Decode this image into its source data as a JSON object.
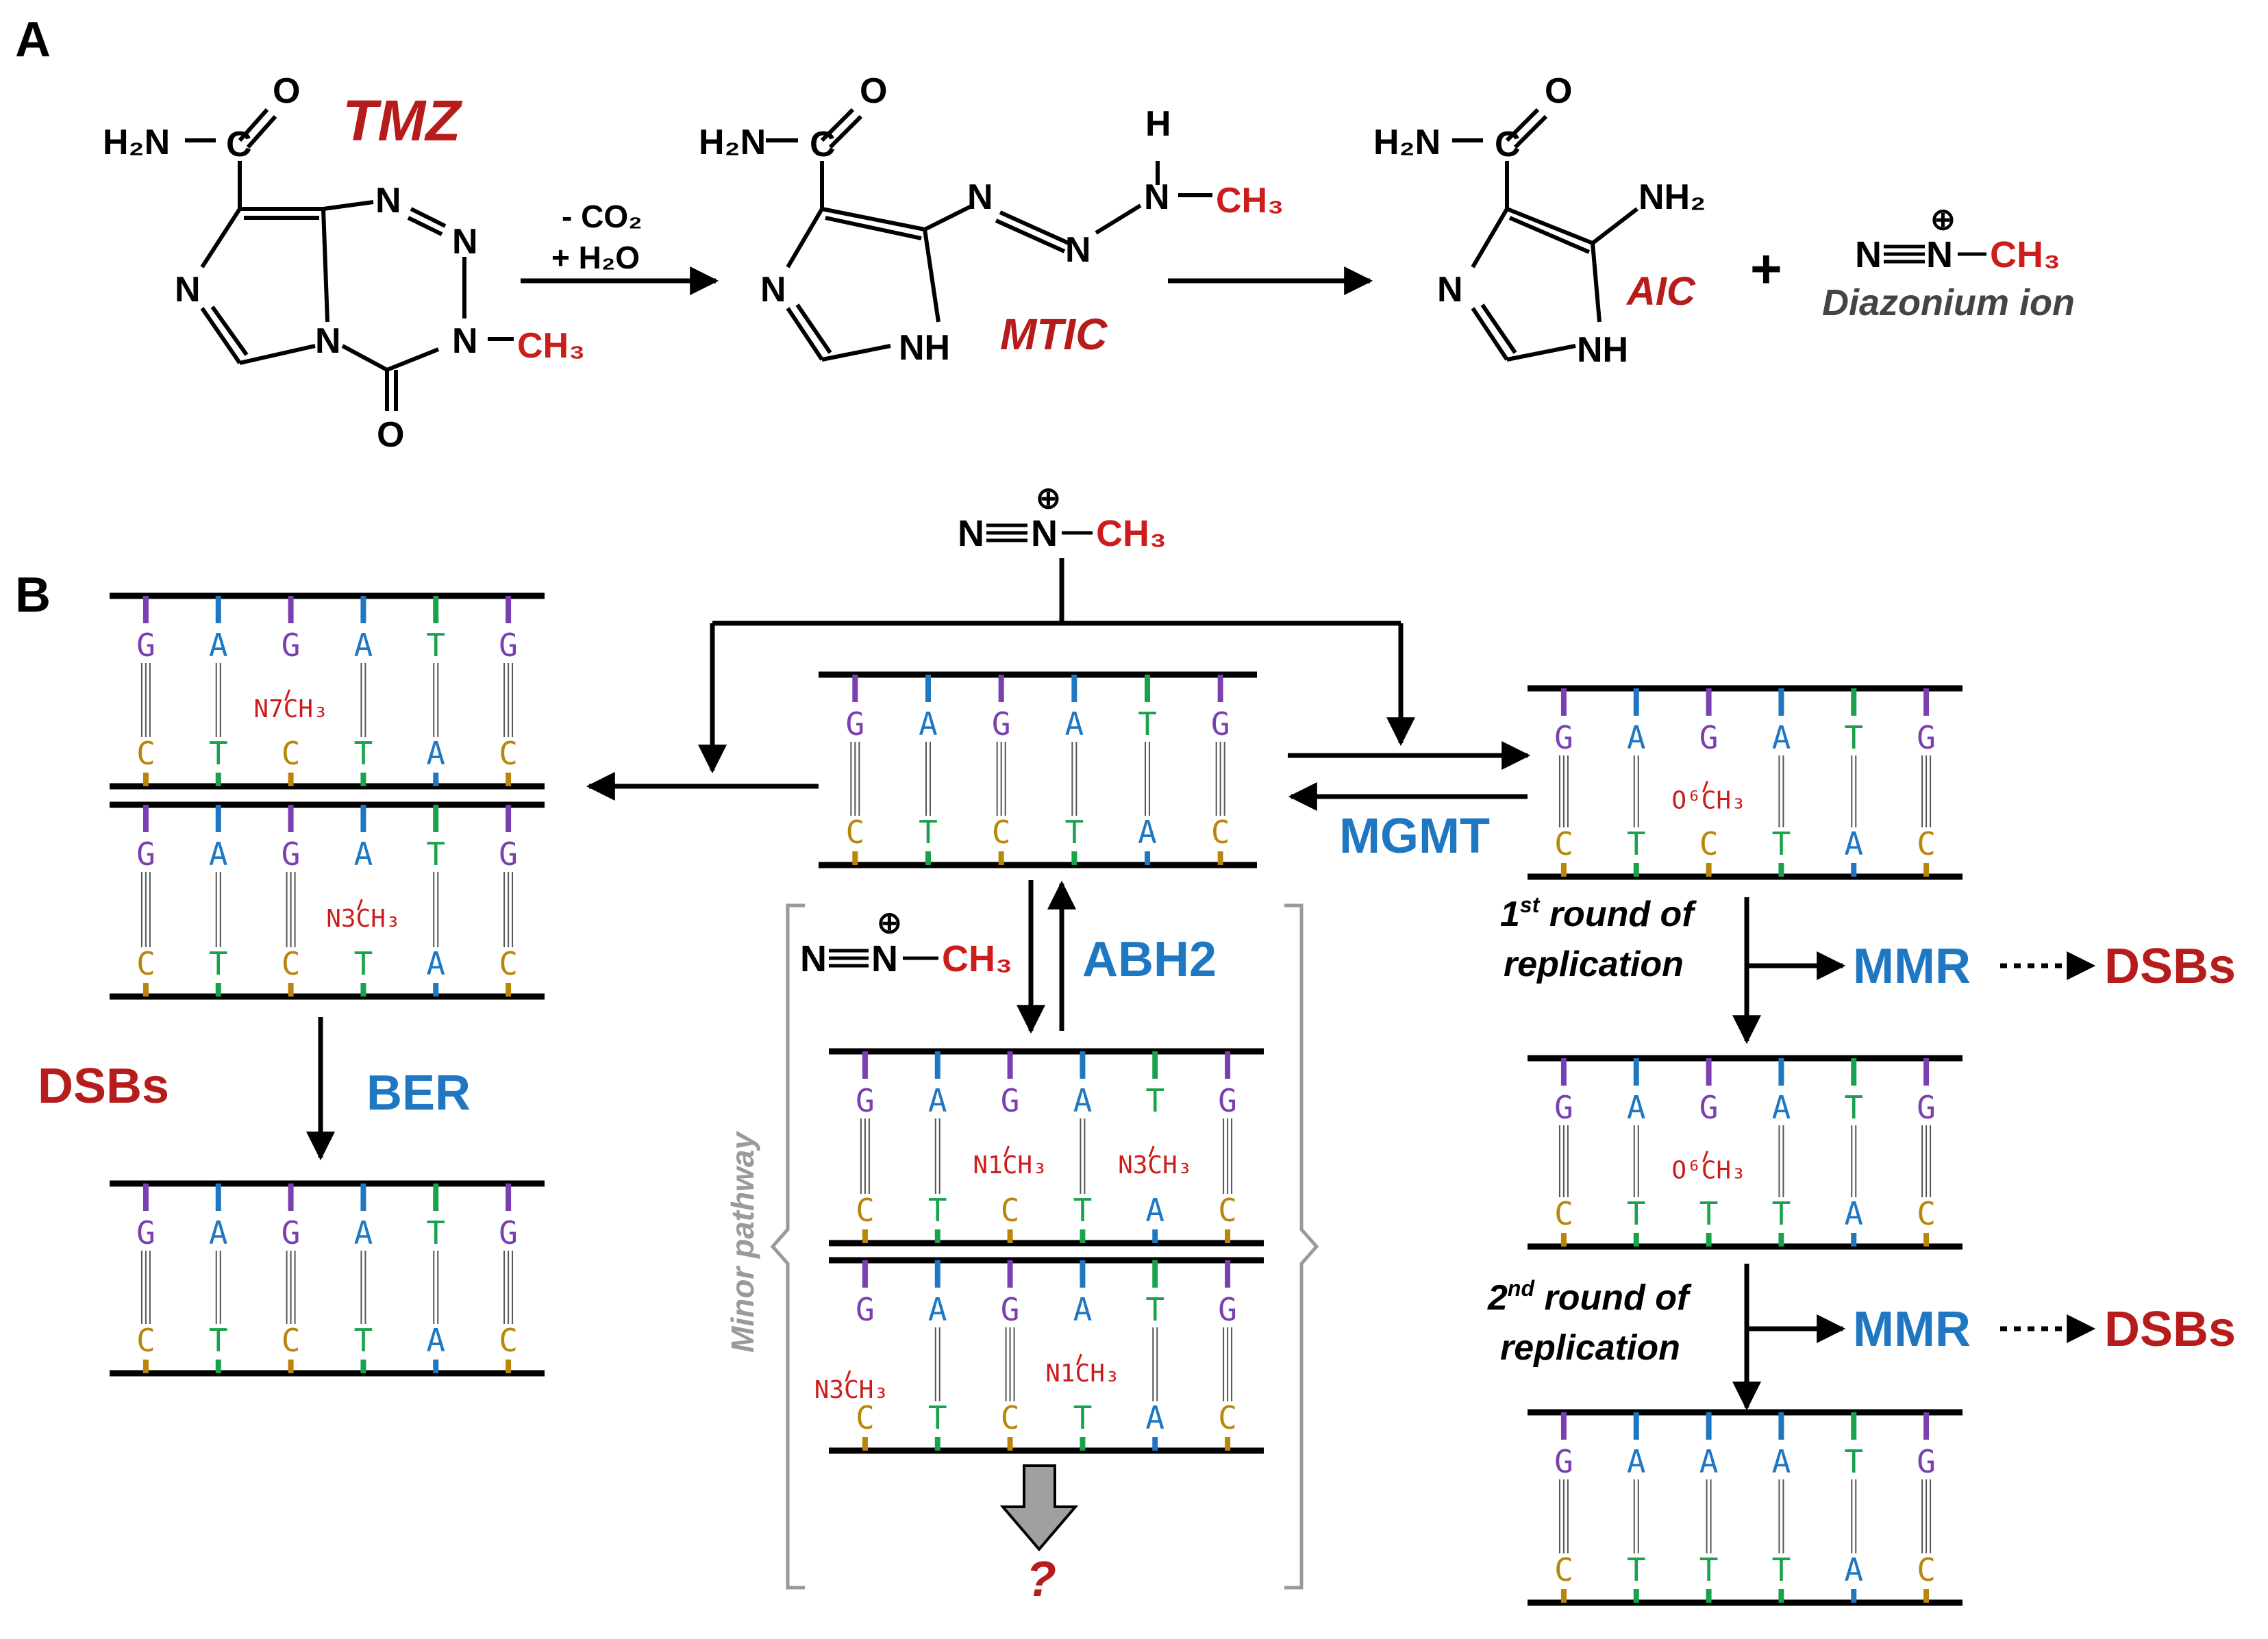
{
  "panels": {
    "a": "A",
    "b": "B"
  },
  "colors": {
    "black": "#000000",
    "red": "#cc1c1c",
    "darkred": "#b71c1c",
    "blue": "#1f77c2",
    "G": "#7a3fb0",
    "A": "#1f77c2",
    "T": "#18a24b",
    "C": "#b8860b",
    "gray": "#9a9a9a"
  },
  "panel_a": {
    "labels": {
      "h2n": "H₂N",
      "c": "C",
      "o": "O",
      "n": "N",
      "nh": "NH",
      "h": "H",
      "ch3": "CH₃",
      "nh2": "NH₂",
      "plus": "+",
      "charge": "⊕"
    },
    "compounds": {
      "tmz": "TMZ",
      "mtic": "MTIC",
      "aic": "AIC",
      "diazonium": "Diazonium ion"
    },
    "conditions": {
      "line1": "- CO₂",
      "line2": "+ H₂O"
    }
  },
  "panel_b": {
    "enzymes": {
      "mgmt": "MGMT",
      "abh2": "ABH2",
      "ber": "BER",
      "mmr1": "MMR",
      "mmr2": "MMR"
    },
    "dsb": {
      "left": "DSBs",
      "right1": "DSBs",
      "right2": "DSBs"
    },
    "replication": {
      "first_num": "1",
      "first_sup": "st",
      "first_rest": " round of",
      "second_num": "2",
      "second_sup": "nd",
      "second_rest": " round of",
      "word": "replication"
    },
    "minor": "Minor pathway",
    "question": "?",
    "mods": {
      "n7": "N7CH₃",
      "n3": "N3CH₃",
      "n1": "N1CH₃",
      "o6": "O⁶CH₃"
    },
    "duplexes": {
      "top_strand": [
        "G",
        "A",
        "G",
        "A",
        "T",
        "G"
      ],
      "bottom": [
        "C",
        "T",
        "C",
        "T",
        "A",
        "C"
      ],
      "bottom_mut": [
        "C",
        "T",
        "T",
        "T",
        "A",
        "C"
      ],
      "top_mut": [
        "G",
        "A",
        "A",
        "A",
        "T",
        "G"
      ]
    }
  }
}
